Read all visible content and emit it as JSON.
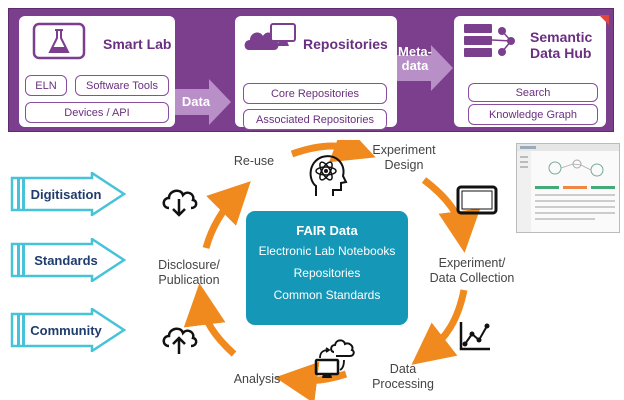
{
  "banner": {
    "smart_lab": {
      "title": "Smart Lab",
      "items": [
        "ELN",
        "Software Tools",
        "Devices / API"
      ]
    },
    "data_label": "Data",
    "repositories": {
      "title": "Repositories",
      "items": [
        "Core Repositories",
        "Associated Repositories"
      ]
    },
    "metadata_label": [
      "Meta-",
      "data"
    ],
    "semantic_hub": {
      "title": [
        "Semantic",
        "Data Hub"
      ],
      "items": [
        "Search",
        "Knowledge Graph"
      ]
    }
  },
  "pillars": [
    "Digitisation",
    "Standards",
    "Community"
  ],
  "cycle": {
    "stages": {
      "reuse": "Re-use",
      "design": [
        "Experiment",
        "Design"
      ],
      "collection": [
        "Experiment/",
        "Data Collection"
      ],
      "processing": [
        "Data",
        "Processing"
      ],
      "analysis": "Analysis",
      "disclosure": [
        "Disclosure/",
        "Publication"
      ]
    },
    "center": {
      "title": "FAIR Data",
      "lines": [
        "Electronic Lab Notebooks",
        "Repositories",
        "Common Standards"
      ]
    },
    "arrow_color": "#f08a1e",
    "center_color": "#1598b8"
  },
  "colors": {
    "banner": "#7b3f8e",
    "pillar_arrow": "#46c3d9",
    "pillar_text": "#1f3c6e"
  },
  "icons": [
    "flask-icon",
    "cloud-computer-icon",
    "server-network-icon",
    "cloud-download-icon",
    "cloud-upload-icon",
    "brain-atom-icon",
    "tablet-icon",
    "line-chart-icon",
    "cloud-computer-sync-icon"
  ]
}
